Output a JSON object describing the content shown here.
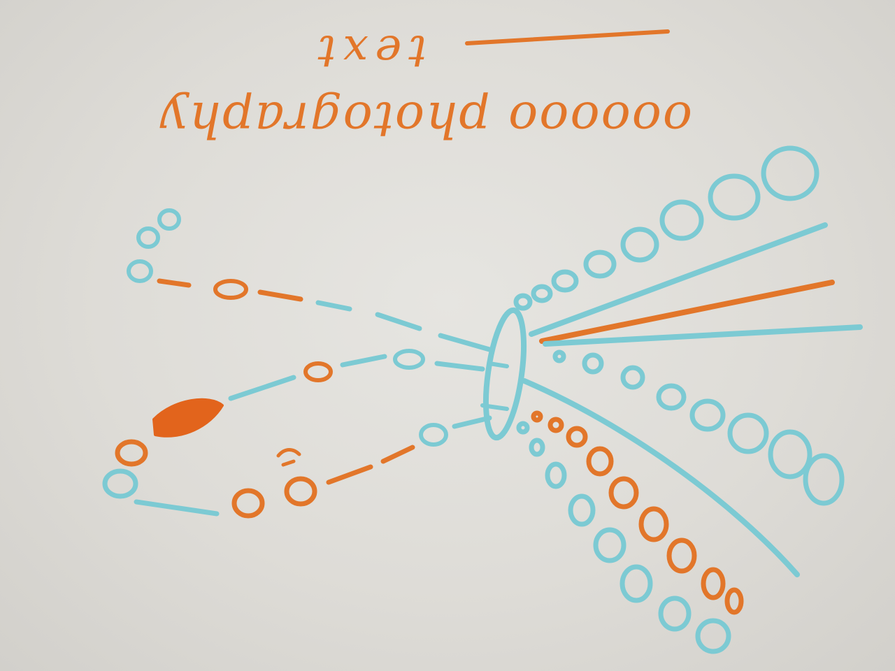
{
  "handwriting": {
    "line_1": "oooooo photography",
    "line_2": "text",
    "orientation": "upside-down"
  },
  "ink_colors": {
    "orange": "#e2762a",
    "cyan": "#7ccad3"
  }
}
